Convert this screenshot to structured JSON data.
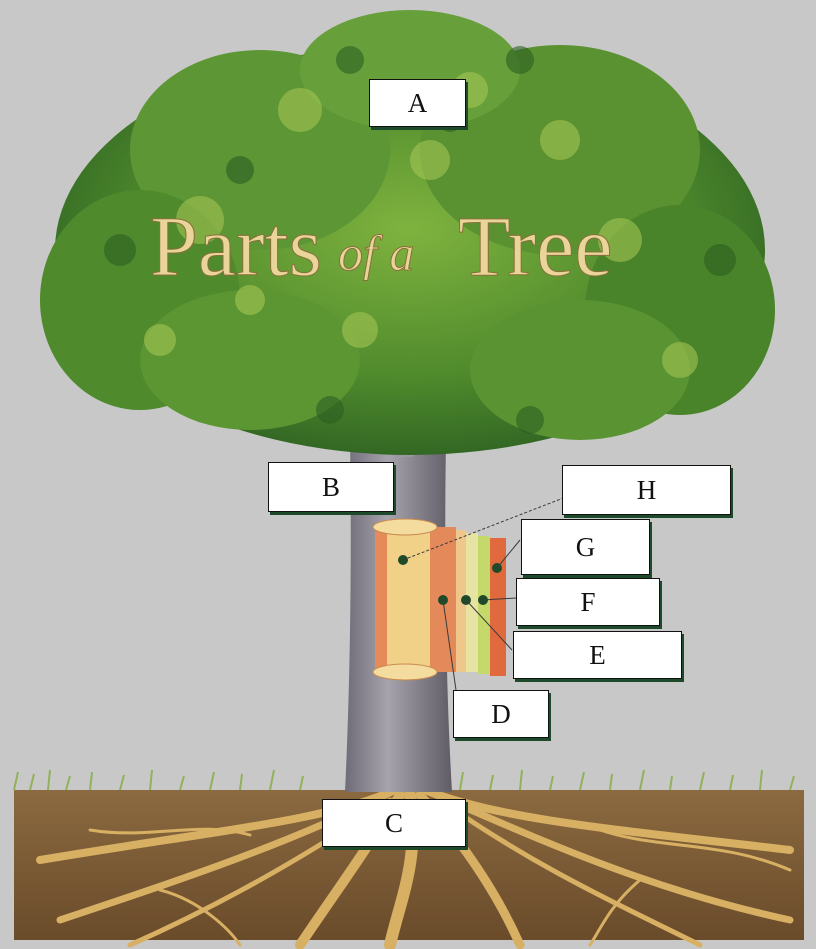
{
  "diagram": {
    "title_big1": "Parts",
    "title_small": "of a",
    "title_big2": "Tree",
    "labels": {
      "A": "A",
      "B": "B",
      "C": "C",
      "D": "D",
      "E": "E",
      "F": "F",
      "G": "G",
      "H": "H"
    }
  },
  "colors": {
    "background": "#c8c8c8",
    "foliage_dark": "#2f6a24",
    "foliage_mid": "#5e9a34",
    "foliage_light": "#a9c957",
    "trunk": "#8e8a93",
    "soil": "#7a5a35",
    "roots": "#d9b36a",
    "title": "#e9d49a",
    "bark_outer": "#e07a4a",
    "heartwood": "#f2d28a"
  }
}
